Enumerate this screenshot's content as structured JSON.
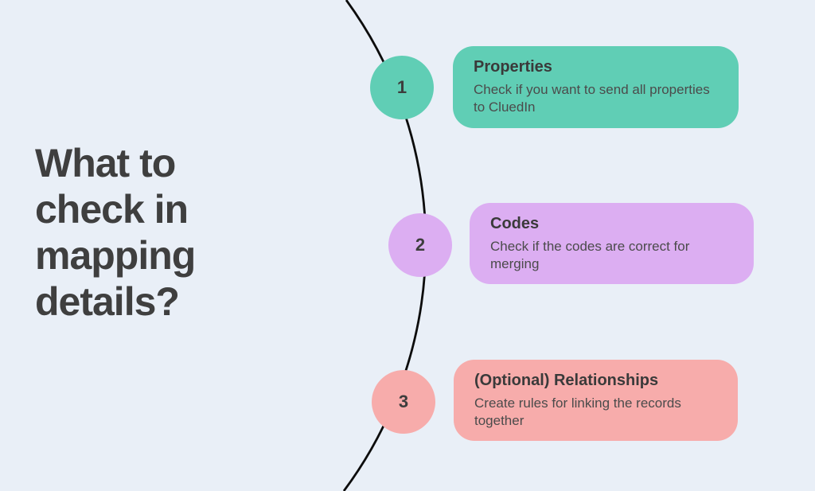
{
  "background_color": "#e9eff7",
  "title": {
    "text": "What to check in mapping details?",
    "color": "#3f3f3f"
  },
  "curve": {
    "color": "#0c0c0c"
  },
  "steps": [
    {
      "number": "1",
      "heading": "Properties",
      "description": "Check if you want to send all properties to CluedIn",
      "color": "#60ceb5"
    },
    {
      "number": "2",
      "heading": "Codes",
      "description": "Check if the codes are correct for merging",
      "color": "#dcaef2"
    },
    {
      "number": "3",
      "heading": "(Optional) Relationships",
      "description": "Create rules for linking the records together",
      "color": "#f7acab"
    }
  ]
}
